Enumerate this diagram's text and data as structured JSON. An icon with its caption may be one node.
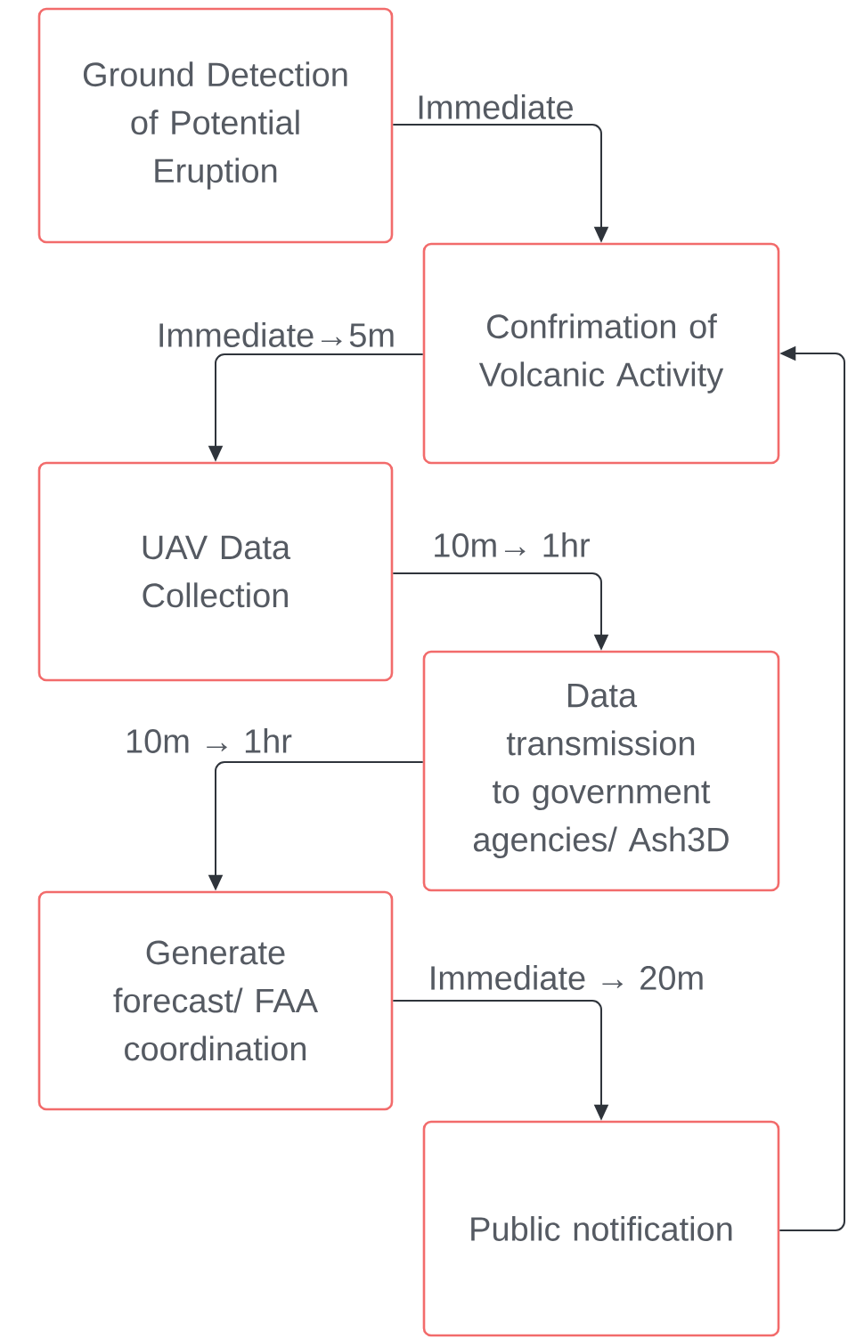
{
  "diagram": {
    "nodes": [
      {
        "text": [
          "Ground Detection of Potential Eruption"
        ]
      },
      {
        "text": [
          "Confrimation of Volcanic Activity"
        ]
      },
      {
        "text": [
          "UAV Data Collection"
        ]
      },
      {
        "text": [
          "Data transmission to government agencies/ Ash3D"
        ]
      },
      {
        "text": [
          "Generate forecast/ FAA coordination"
        ]
      },
      {
        "text": [
          "Public notification"
        ]
      }
    ],
    "edges": [
      {
        "from": 0,
        "to": 1,
        "arrow": "to",
        "label": "Immediate"
      },
      {
        "from": 1,
        "to": 2,
        "arrow": "to",
        "label": "Immediate→5m"
      },
      {
        "from": 2,
        "to": 3,
        "arrow": "to",
        "label": "10m→ 1hr"
      },
      {
        "from": 3,
        "to": 4,
        "arrow": "to",
        "label": "10m → 1hr"
      },
      {
        "from": 4,
        "to": 5,
        "arrow": "to",
        "label": "Immediate → 20m"
      },
      {
        "from": 5,
        "to": 1,
        "arrow": "to"
      }
    ]
  }
}
